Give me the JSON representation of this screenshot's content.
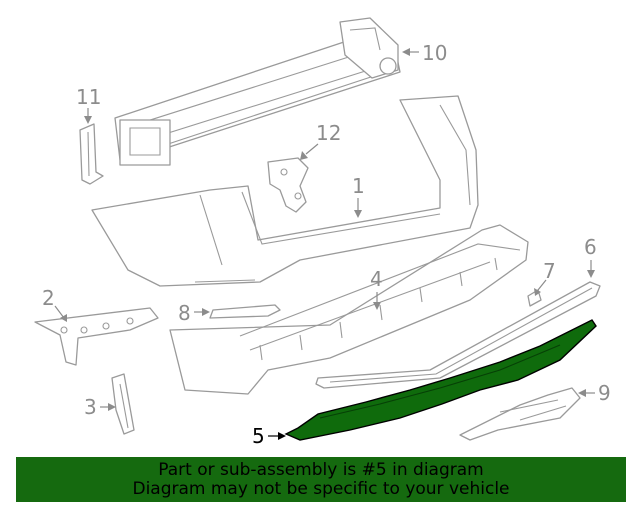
{
  "callouts": {
    "c1": "1",
    "c2": "2",
    "c3": "3",
    "c4": "4",
    "c5": "5",
    "c6": "6",
    "c7": "7",
    "c8": "8",
    "c9": "9",
    "c10": "10",
    "c11": "11",
    "c12": "12"
  },
  "highlighted_part": "5",
  "colors": {
    "highlight_part": "#0f6b0c",
    "banner_background": "#156a0f",
    "line_art": "#9a9a9a",
    "callout_text": "#8c8c8c"
  },
  "banner": {
    "line1": "Part or sub-assembly is #5 in diagram",
    "line2": "Diagram may not be specific to your vehicle"
  }
}
